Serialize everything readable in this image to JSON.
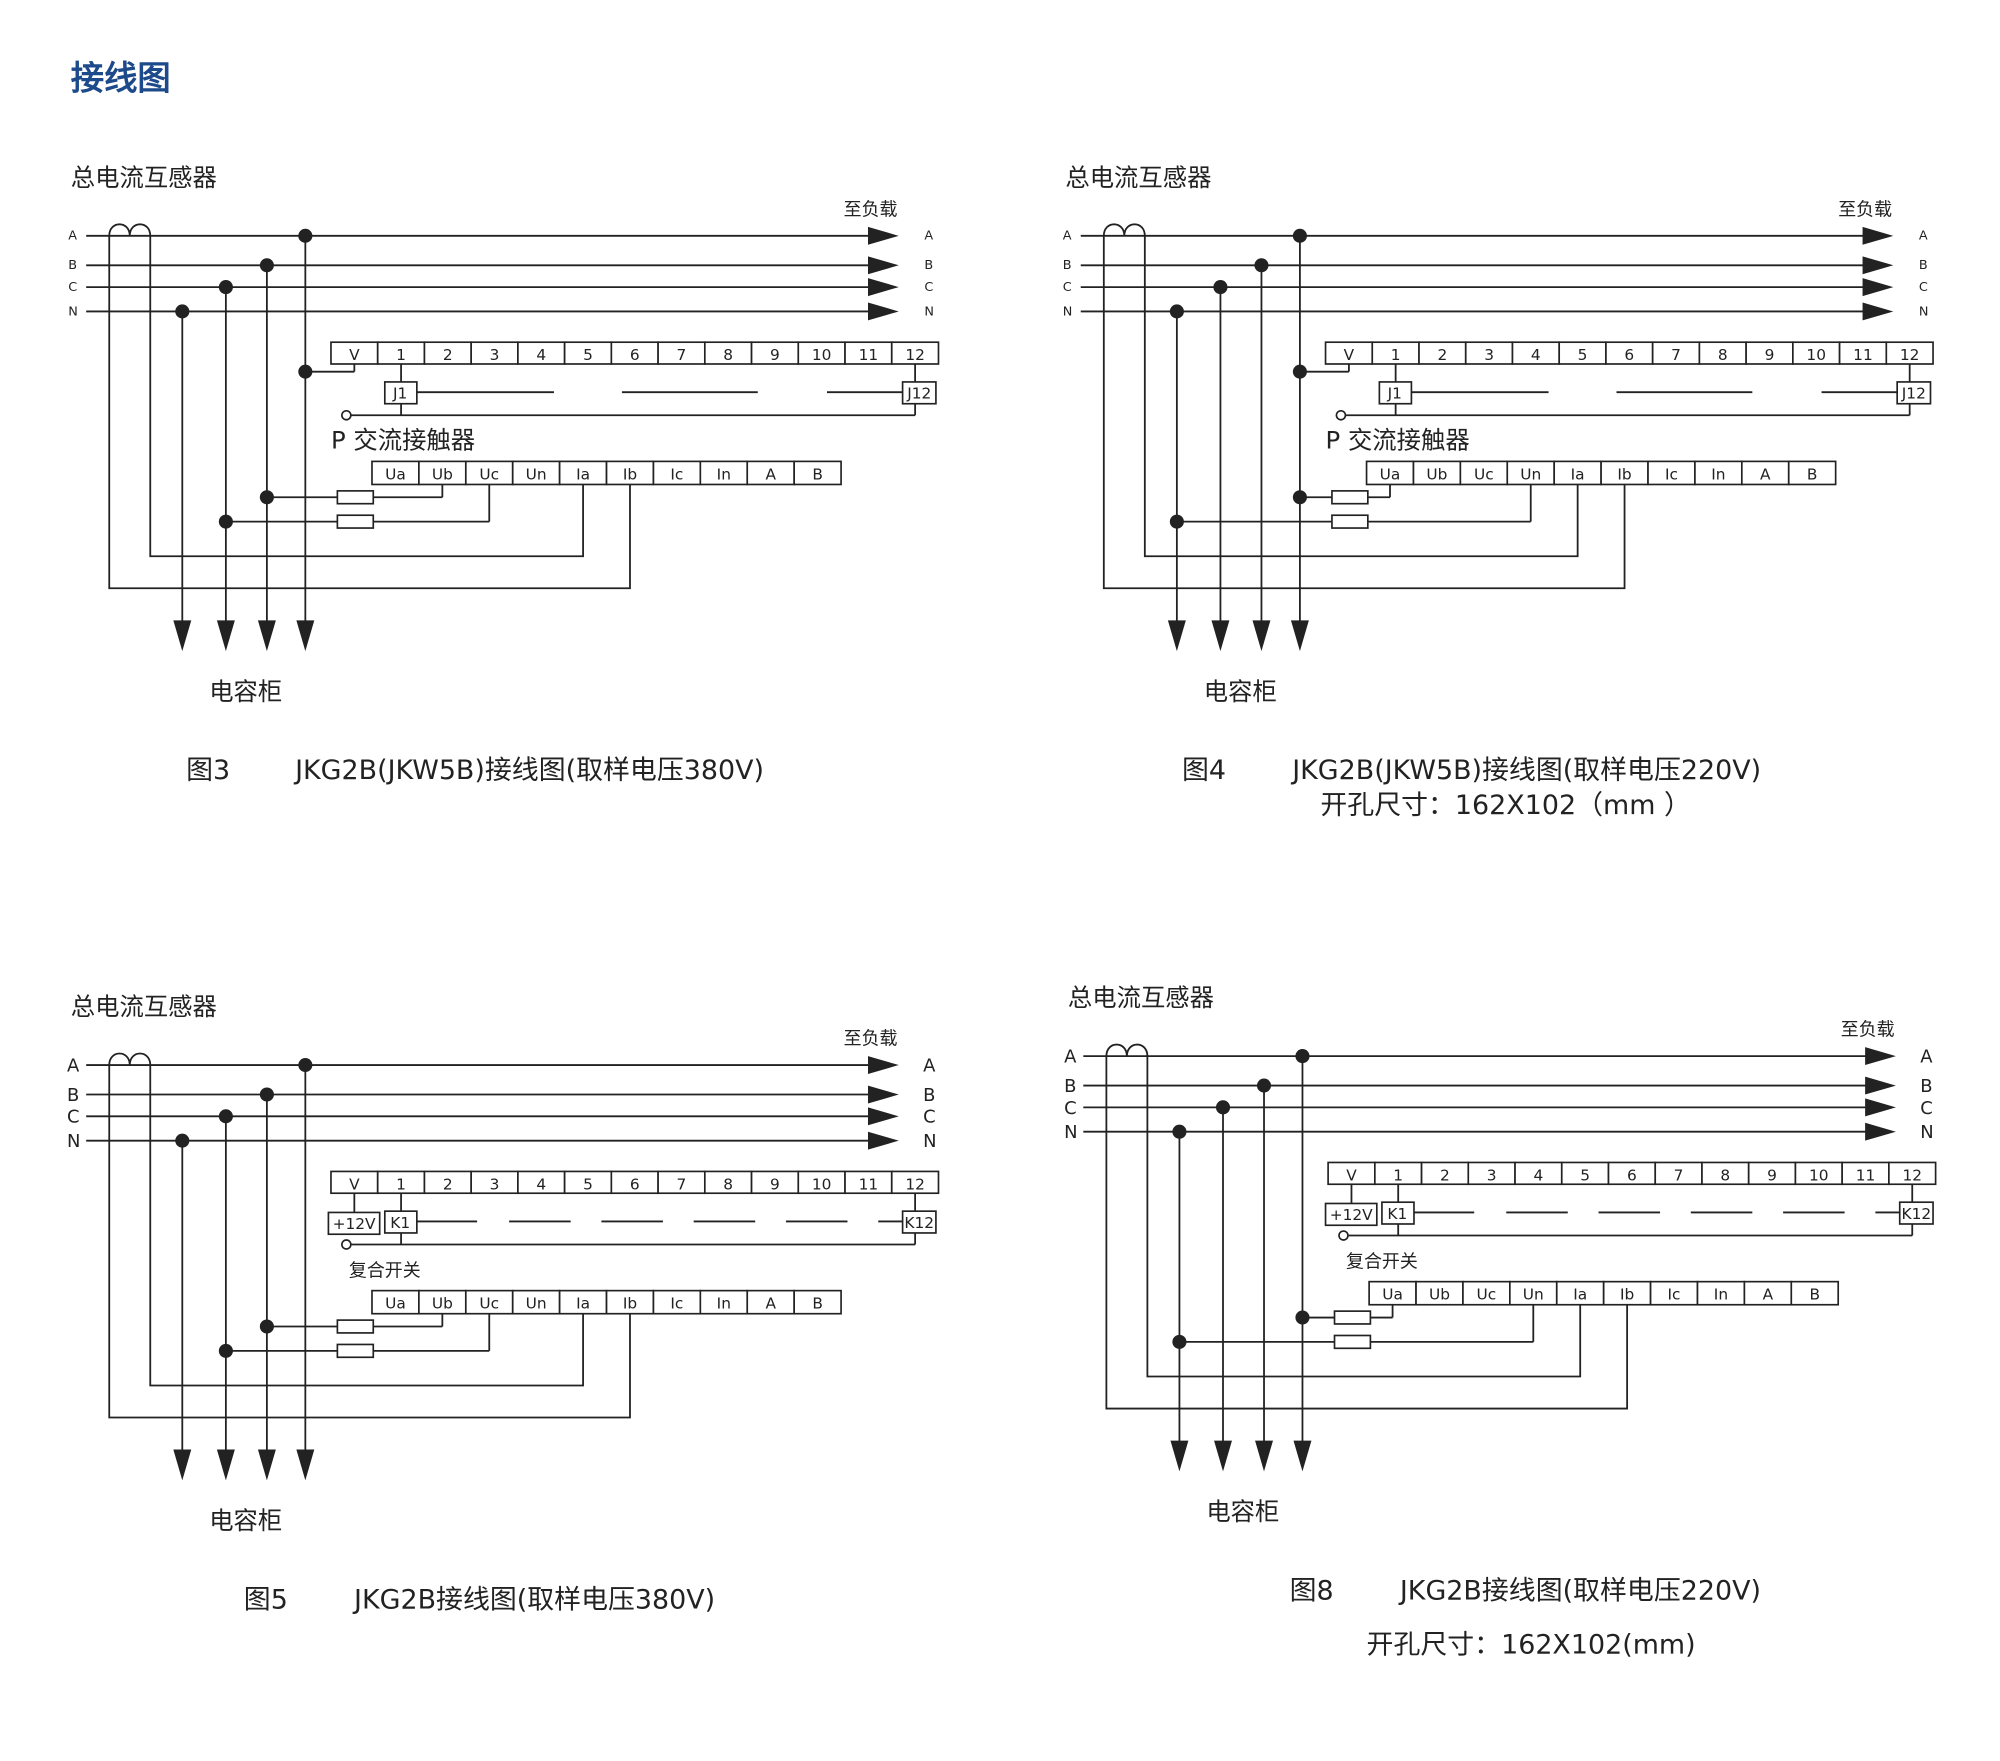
{
  "page_title": "接线图",
  "diagrams": [
    {
      "ct_label": "总电流互感器",
      "load_label": "至负载",
      "phases_in": [
        "A",
        "B",
        "C",
        "N"
      ],
      "phases_out": [
        "A",
        "B",
        "C",
        "N"
      ],
      "terminals": [
        "V",
        "1",
        "2",
        "3",
        "4",
        "5",
        "6",
        "7",
        "8",
        "9",
        "10",
        "11",
        "12"
      ],
      "relay_first": "J1",
      "relay_last": "J12",
      "relay_label": "P 交流接触器",
      "meter_terminals": [
        "Ua",
        "Ub",
        "Uc",
        "Un",
        "Ia",
        "Ib",
        "Ic",
        "In",
        "A",
        "B"
      ],
      "cabinet_label": "电容柜",
      "fig_no": "图3",
      "caption": "JKG2B(JKW5B)接线图(取样电压380V)",
      "sampling": "380V"
    },
    {
      "ct_label": "总电流互感器",
      "load_label": "至负载",
      "phases_in": [
        "A",
        "B",
        "C",
        "N"
      ],
      "phases_out": [
        "A",
        "B",
        "C",
        "N"
      ],
      "terminals": [
        "V",
        "1",
        "2",
        "3",
        "4",
        "5",
        "6",
        "7",
        "8",
        "9",
        "10",
        "11",
        "12"
      ],
      "relay_first": "J1",
      "relay_last": "J12",
      "relay_label": "P 交流接触器",
      "meter_terminals": [
        "Ua",
        "Ub",
        "Uc",
        "Un",
        "Ia",
        "Ib",
        "Ic",
        "In",
        "A",
        "B"
      ],
      "cabinet_label": "电容柜",
      "fig_no": "图4",
      "caption": "JKG2B(JKW5B)接线图(取样电压220V)",
      "cutout": "开孔尺寸：162X102（mm ）",
      "sampling": "220V"
    },
    {
      "ct_label": "总电流互感器",
      "load_label": "至负载",
      "phases_in": [
        "A",
        "B",
        "C",
        "N"
      ],
      "phases_out": [
        "A",
        "B",
        "C",
        "N"
      ],
      "terminals": [
        "V",
        "1",
        "2",
        "3",
        "4",
        "5",
        "6",
        "7",
        "8",
        "9",
        "10",
        "11",
        "12"
      ],
      "power_label": "+12V",
      "relay_first": "K1",
      "relay_last": "K12",
      "relay_label": "复合开关",
      "meter_terminals": [
        "Ua",
        "Ub",
        "Uc",
        "Un",
        "Ia",
        "Ib",
        "Ic",
        "In",
        "A",
        "B"
      ],
      "cabinet_label": "电容柜",
      "fig_no": "图5",
      "caption": "JKG2B接线图(取样电压380V)",
      "sampling": "380V"
    },
    {
      "ct_label": "总电流互感器",
      "load_label": "至负载",
      "phases_in": [
        "A",
        "B",
        "C",
        "N"
      ],
      "phases_out": [
        "A",
        "B",
        "C",
        "N"
      ],
      "terminals": [
        "V",
        "1",
        "2",
        "3",
        "4",
        "5",
        "6",
        "7",
        "8",
        "9",
        "10",
        "11",
        "12"
      ],
      "power_label": "+12V",
      "relay_first": "K1",
      "relay_last": "K12",
      "relay_label": "复合开关",
      "meter_terminals": [
        "Ua",
        "Ub",
        "Uc",
        "Un",
        "Ia",
        "Ib",
        "Ic",
        "In",
        "A",
        "B"
      ],
      "cabinet_label": "电容柜",
      "fig_no": "图8",
      "caption": "JKG2B接线图(取样电压220V)",
      "cutout": "开孔尺寸：162X102(mm)",
      "sampling": "220V"
    }
  ]
}
